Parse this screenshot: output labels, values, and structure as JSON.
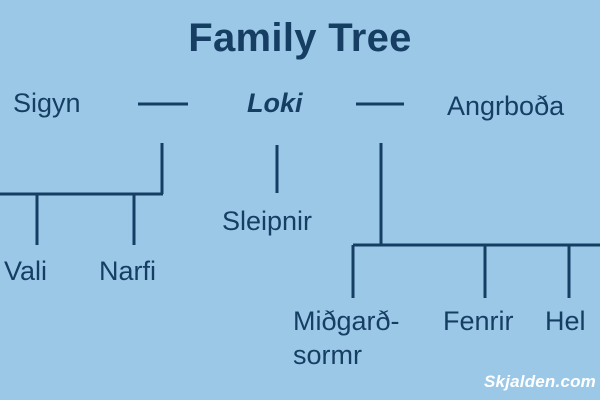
{
  "title": "Family Tree",
  "center": "Loki",
  "spouses": [
    "Sigyn",
    "Angrboða"
  ],
  "children_of_sigyn": [
    "Vali",
    "Narfi"
  ],
  "child_alone": "Sleipnir",
  "children_of_angrbodha": [
    "Miðgarð-",
    "Fenrir",
    "Hel"
  ],
  "child_line2": "sormr",
  "watermark": "Skjalden.com",
  "colors": {
    "background": "#9cc8e8",
    "text": "#163e63",
    "watermark": "#ffffff"
  }
}
